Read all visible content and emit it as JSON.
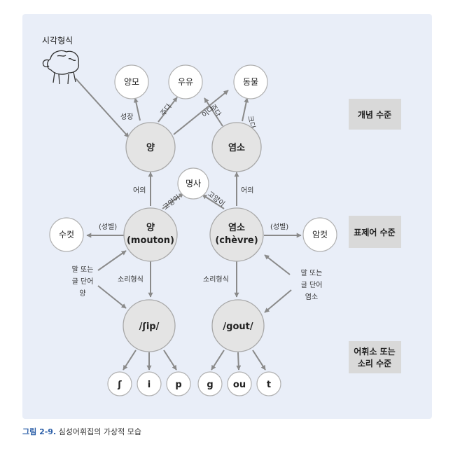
{
  "visual_form_label": "시각형식",
  "concept_nodes": {
    "yangmo": "양모",
    "uyu": "우유",
    "dongmul": "동물"
  },
  "concept_yang": "양",
  "concept_yeomso": "염소",
  "edge_labels": {
    "seongjang": "성장",
    "juda1": "주다",
    "juda2": "주다",
    "ida": "이다",
    "keuda": "크다",
    "eoui1": "어의",
    "eoui2": "어의",
    "goyangi1": "고양이",
    "goyangi2": "고양이",
    "seongbyeol1": "(성별)",
    "seongbyeol2": "(성별)",
    "sori1": "소리형식",
    "sori2": "소리형식"
  },
  "noun_node": "명사",
  "lemma_left": {
    "line1": "양",
    "line2": "(mouton)"
  },
  "lemma_right": {
    "line1": "염소",
    "line2": "(chèvre)"
  },
  "gender_left": "수컷",
  "gender_right": "암컷",
  "word_input_left": {
    "line1": "말 또는",
    "line2": "글 단어",
    "line3": "양"
  },
  "word_input_right": {
    "line1": "말 또는",
    "line2": "글 단어",
    "line3": "염소"
  },
  "phon_left": "/ʃip/",
  "phon_right": "/gout/",
  "phonemes_left": [
    "ʃ",
    "i",
    "p"
  ],
  "phonemes_right": [
    "g",
    "ou",
    "t"
  ],
  "levels": {
    "concept": "개념 수준",
    "lemma": "표제어 수준",
    "lexeme": {
      "line1": "어휘소 또는",
      "line2": "소리 수준"
    }
  },
  "caption": {
    "number": "그림 2-9.",
    "text": " 심성어휘집의 가상적 모습"
  },
  "colors": {
    "panel": "#e9eef8",
    "node_big": "#e4e4e4",
    "arrow": "#8a8a8a",
    "level_box": "#d9d9d9",
    "caption_number": "#2c5fa8"
  }
}
